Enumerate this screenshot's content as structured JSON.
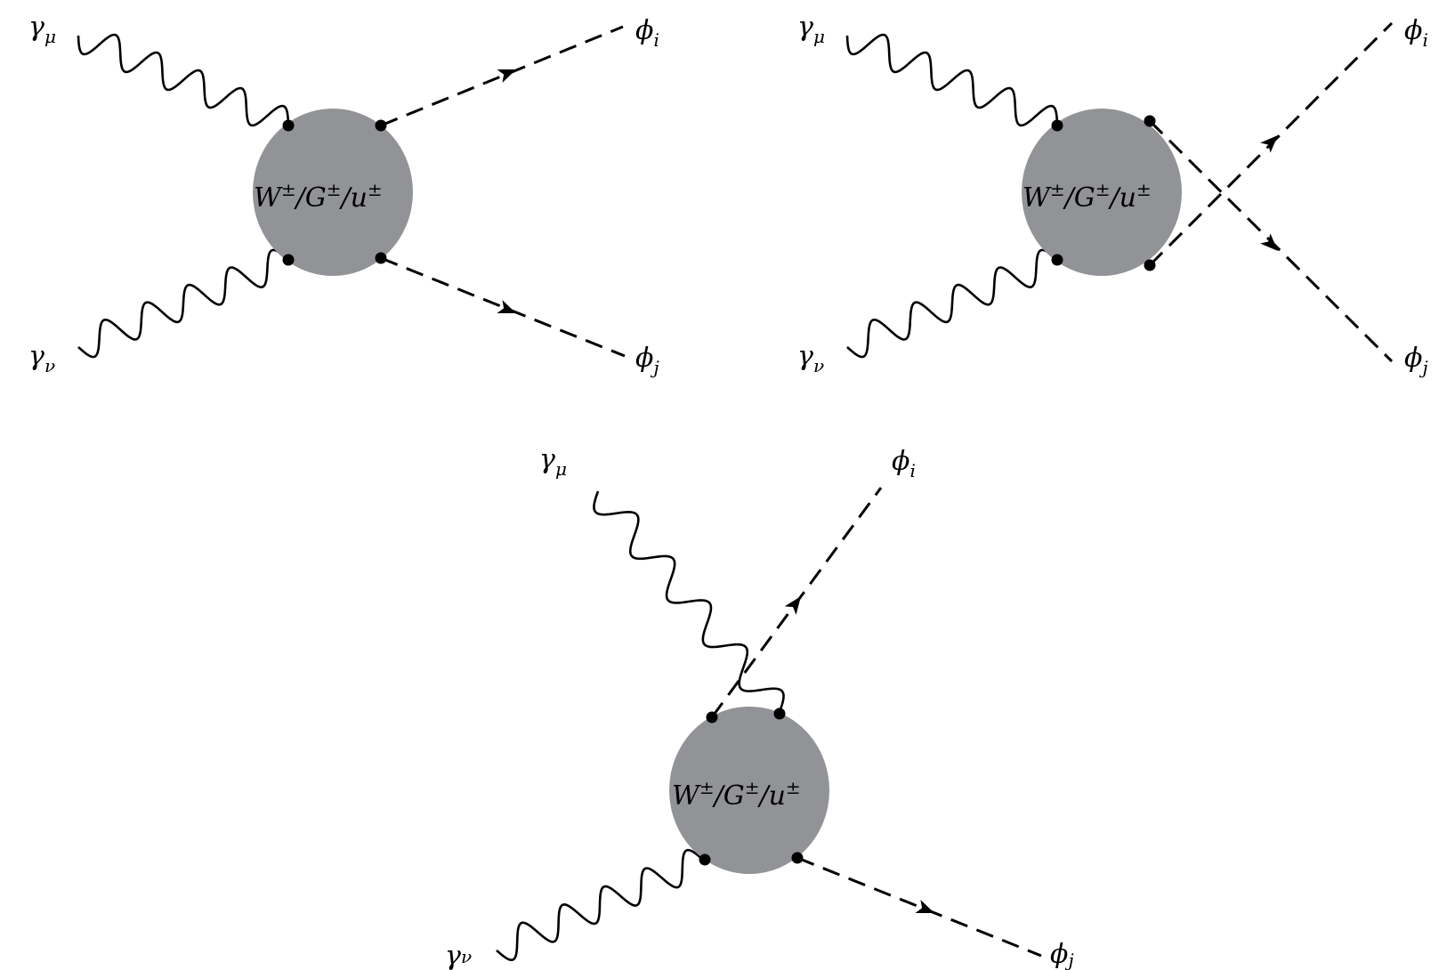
{
  "colors": {
    "line": "#000000",
    "blob_fill": "#929396",
    "background": "#ffffff"
  },
  "diagrams": [
    {
      "id": "diagram-1",
      "blob": {
        "main": "W",
        "sup1": "±",
        "sep1": "/",
        "main2": "G",
        "sup2": "±",
        "sep2": "/",
        "main3": "u",
        "sup3": "±"
      },
      "photon_mu": {
        "base": "γ",
        "sub": "μ"
      },
      "photon_nu": {
        "base": "γ",
        "sub": "ν"
      },
      "scalar_i": {
        "base": "ϕ",
        "sub": "i"
      },
      "scalar_j": {
        "base": "ϕ",
        "sub": "j"
      }
    },
    {
      "id": "diagram-2",
      "blob": {
        "main": "W",
        "sup1": "±",
        "sep1": "/",
        "main2": "G",
        "sup2": "±",
        "sep2": "/",
        "main3": "u",
        "sup3": "±"
      },
      "photon_mu": {
        "base": "γ",
        "sub": "μ"
      },
      "photon_nu": {
        "base": "γ",
        "sub": "ν"
      },
      "scalar_i": {
        "base": "ϕ",
        "sub": "i"
      },
      "scalar_j": {
        "base": "ϕ",
        "sub": "j"
      }
    },
    {
      "id": "diagram-3",
      "blob": {
        "main": "W",
        "sup1": "±",
        "sep1": "/",
        "main2": "G",
        "sup2": "±",
        "sep2": "/",
        "main3": "u",
        "sup3": "±"
      },
      "photon_mu": {
        "base": "γ",
        "sub": "μ"
      },
      "photon_nu": {
        "base": "γ",
        "sub": "ν"
      },
      "scalar_i": {
        "base": "ϕ",
        "sub": "i"
      },
      "scalar_j": {
        "base": "ϕ",
        "sub": "j"
      }
    }
  ]
}
